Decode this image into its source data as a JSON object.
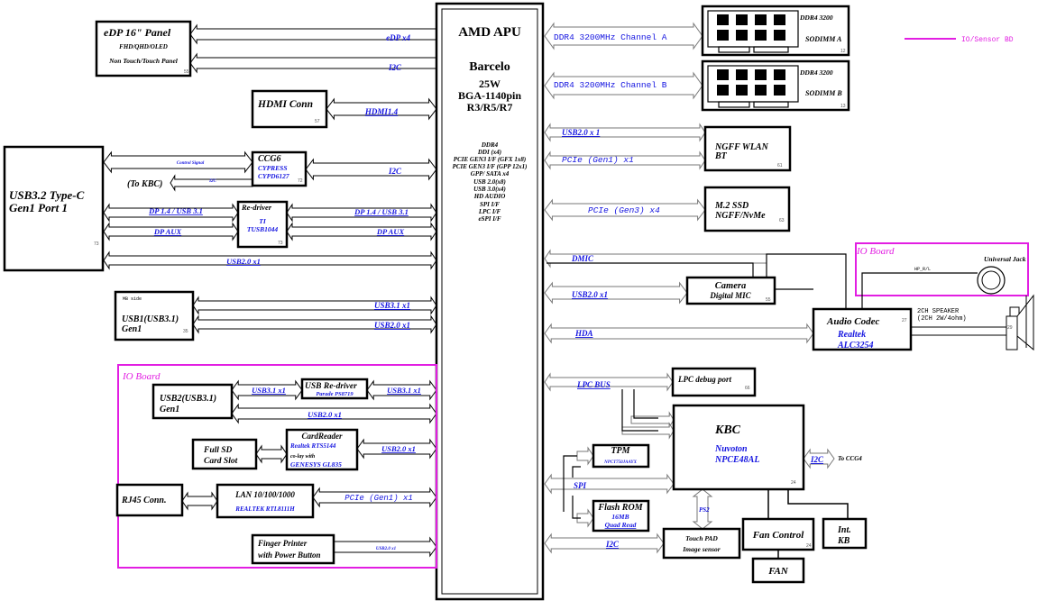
{
  "apu": {
    "title": "AMD APU",
    "codename": "Barcelo",
    "tdp": "25W",
    "package": "BGA-1140pin",
    "sku": "R3/R5/R7",
    "features": [
      "DDR4",
      "DDI (x4)",
      "PCIE GEN3 I/F (GFX 1x8)",
      "PCIE GEN3 I/F (GPP 12x1)",
      "GPP/ SATA x4",
      "USB 2.0(x8)",
      "USB 3.0(x4)",
      "HD AUDIO",
      "SPI I/F",
      "LPC I/F",
      "eSPI I/F"
    ]
  },
  "legend": {
    "label": "IO/Sensor BD",
    "color": "#e21ee2"
  },
  "left": {
    "edp_panel": {
      "title": "eDP 16\"  Panel",
      "line2": "FHD/QHD/OLED",
      "line3": "Non Touch/Touch Panel",
      "page": "55"
    },
    "edp_bus": "eDP x4",
    "edp_i2c": "I2C",
    "hdmi": {
      "title": "HDMI Conn",
      "page": "57",
      "bus": "HDMI1.4"
    },
    "typec": {
      "line1": "USB3.2  Type-C",
      "line2": "Gen1 Port 1",
      "page": "73"
    },
    "ccg6": {
      "title": "CCG6",
      "vendor": "CYPRESS",
      "part": "CYPD6127",
      "page": "72",
      "ctrl_bus": "Control Signal",
      "kbc_bus": "I2C",
      "to_kbc": "(To KBC)",
      "apu_bus": "I2C"
    },
    "redriver": {
      "title": "Re-driver",
      "vendor": "TI",
      "part": "TUSB1044",
      "page": "73",
      "bus_dp_left": "DP 1.4 / USB 3.1",
      "bus_aux_left": "DP AUX",
      "bus_dp_right": "DP 1.4 / USB 3.1",
      "bus_aux_right": "DP AUX"
    },
    "typec_usb2": "USB2.0 x1",
    "usb1": {
      "note": "MB side",
      "line1": "USB1(USB3.1)",
      "line2": "Gen1",
      "page": "35",
      "bus1": "USB3.1 x1",
      "bus2": "USB2.0 x1"
    },
    "io_board": {
      "label": "IO Board",
      "usb2": {
        "line1": "USB2(USB3.1)",
        "line2": "Gen1",
        "bus_left": "USB3.1 x1",
        "bus_right": "USB3.1 x1",
        "bus_usb2": "USB2.0 x1"
      },
      "usb_redriver": {
        "title": "USB Re-driver",
        "part": "Parade PS8719"
      },
      "sd_slot": {
        "line1": "Full SD",
        "line2": "Card Slot"
      },
      "cardreader": {
        "title": "CardReader",
        "part": "Realtek RTS5144",
        "note": "co-lay with",
        "alt": "GENESYS GL835",
        "bus": "USB2.0 x1"
      },
      "rj45": "RJ45 Conn.",
      "lan": {
        "title": "LAN 10/100/1000",
        "part": "REALTEK  RTL8111H",
        "bus": "PCIe  (Gen1)  x1"
      },
      "finger": {
        "line1": "Finger Printer",
        "line2": "with Power Button",
        "bus": "USB2.0 x1"
      }
    }
  },
  "right": {
    "dimm_a": {
      "bus": "DDR4 3200MHz Channel A",
      "speed": "DDR4  3200",
      "name": "SODIMM A",
      "page": "12"
    },
    "dimm_b": {
      "bus": "DDR4 3200MHz Channel B",
      "speed": "DDR4  3200",
      "name": "SODIMM B",
      "page": "13"
    },
    "wlan": {
      "line1": "NGFF WLAN",
      "line2": "BT",
      "page": "61",
      "bus_usb": "USB2.0 x 1",
      "bus_pcie": "PCIe  (Gen1)  x1"
    },
    "ssd": {
      "line1": "M.2 SSD",
      "line2": "NGFF/NvMe",
      "page": "63",
      "bus": "PCIe  (Gen3)  x4"
    },
    "camera": {
      "line1": "Camera",
      "line2": "Digital MIC",
      "page": "55",
      "bus_dmic": "DMIC",
      "bus_usb": "USB2.0 x1"
    },
    "audio": {
      "title": "Audio Codec",
      "vendor": "Realtek",
      "part": "ALC3254",
      "page": "27",
      "bus": "HDA"
    },
    "io_board": {
      "label": "IO Board",
      "jack": "Universal Jack",
      "hp": "HP_R/L"
    },
    "speaker": {
      "line1": "2CH  SPEAKER",
      "line2": "(2CH  2W/4ohm)",
      "page": "29"
    },
    "lpc": {
      "bus": "LPC BUS",
      "debug": "LPC debug  port",
      "debug_page": "66"
    },
    "kbc": {
      "title": "KBC",
      "vendor": "Nuvoton",
      "part": "NPCE48AL",
      "page": "24",
      "i2c": "I2C",
      "to": "To CCG4",
      "ps2": "PS2"
    },
    "tpm": {
      "title": "TPM",
      "part": "NPCT750JAAYX"
    },
    "flash": {
      "title": "Flash ROM",
      "size": "16MB",
      "mode": "Quad Read",
      "bus": "SPI"
    },
    "touchpad": {
      "line1": "Touch PAD",
      "line2": "Image sensor",
      "bus": "I2C"
    },
    "fan_control": {
      "title": "Fan Control",
      "page": "24"
    },
    "fan": "FAN",
    "int_kb": {
      "line1": "Int.",
      "line2": "KB"
    }
  }
}
